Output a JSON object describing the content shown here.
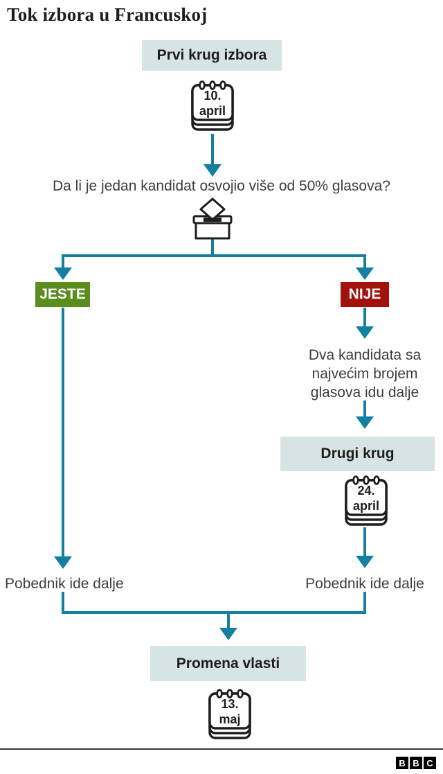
{
  "title": "Tok izbora u Francuskoj",
  "colors": {
    "teal": "#1380a1",
    "box_bg": "#d6e4e5",
    "yes_green": "#5a8c1e",
    "no_red": "#a1110e",
    "ink": "#1d1d1d",
    "body_text": "#3d3d3d",
    "divider": "#3a3a3a"
  },
  "flow": {
    "step1": {
      "label": "Prvi krug izbora",
      "date": {
        "day": "10.",
        "month": "april"
      }
    },
    "question": "Da li je jedan kandidat osvojio više od 50% glasova?",
    "yes": {
      "label": "JESTE",
      "result": "Pobednik ide dalje"
    },
    "no": {
      "label": "NIJE",
      "description_lines": [
        "Dva kandidata sa",
        "najvećim brojem",
        "glasova idu dalje"
      ],
      "result": "Pobednik ide dalje"
    },
    "step2": {
      "label": "Drugi krug",
      "date": {
        "day": "24.",
        "month": "april"
      }
    },
    "step3": {
      "label": "Promena vlasti",
      "date": {
        "day": "13.",
        "month": "maj"
      }
    }
  },
  "icons": {
    "calendar": "calendar-icon",
    "ballot_box": "ballot-box-icon"
  },
  "footer": {
    "logo": [
      "B",
      "B",
      "C"
    ]
  }
}
